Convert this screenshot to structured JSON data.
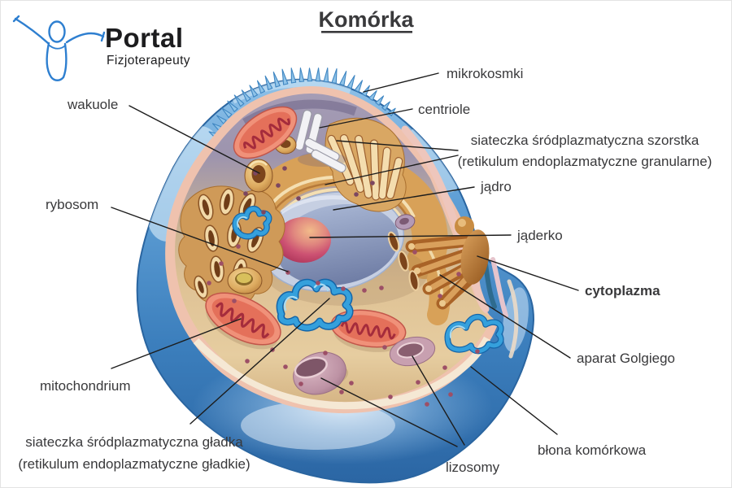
{
  "logo": {
    "brand": "Portal",
    "subtitle": "Fizjoterapeuty",
    "icon": "person-raised-arms-icon",
    "color": "#2e7fd0"
  },
  "title": "Komórka",
  "labels": {
    "mikrokosmki": "mikrokosmki",
    "centriole": "centriole",
    "rough_er_line1": "siateczka śródplazmatyczna szorstka",
    "rough_er_line2": "(retikulum endoplazmatyczne granularne)",
    "jadro": "jądro",
    "jaderko": "jąderko",
    "cytoplazma": "cytoplazma",
    "aparat_golgiego": "aparat Golgiego",
    "blona_komorkowa": "błona komórkowa",
    "lizosomy": "lizosomy",
    "mitochondrium": "mitochondrium",
    "smooth_er_line1": "siateczka śródplazmatyczna gładka",
    "smooth_er_line2": "(retikulum endoplazmatyczne gładkie)",
    "rybosom": "rybosom",
    "wakuole": "wakuole"
  },
  "colors": {
    "membrane_blue": "#3f86c2",
    "membrane_light": "#8fc3e8",
    "cytoplasm_tan": "#e3c99b",
    "cytoplasm_gray": "#9f96b0",
    "rim_pink": "#efc2ae",
    "nucleus_blue": "#8495ba",
    "nucleolus_pink": "#c64e72",
    "er_gold": "#d8a158",
    "golgi_brown": "#ad6a2a",
    "mitochondrion_red": "#e4705a",
    "lysosome_mauve": "#c49cac",
    "smooth_er_blue": "#2a8ccc",
    "label_text": "#39393b",
    "leader_line": "#1c1c1c"
  }
}
